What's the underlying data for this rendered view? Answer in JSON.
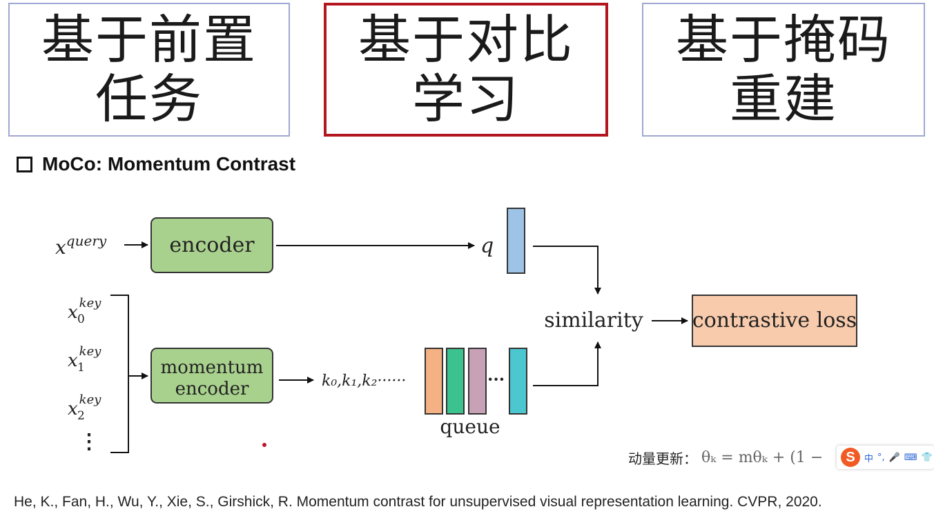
{
  "tabs": [
    {
      "label": "基于前置\n任务",
      "active": false
    },
    {
      "label": "基于对比\n学习",
      "active": true
    },
    {
      "label": "基于掩码\n重建",
      "active": false
    }
  ],
  "section_title": "MoCo: Momentum Contrast",
  "diagram": {
    "x_query": "x",
    "x_query_sup": "query",
    "encoder_label": "encoder",
    "momentum_encoder_label_line1": "momentum",
    "momentum_encoder_label_line2": "encoder",
    "q_label": "q",
    "keys": [
      {
        "base": "x",
        "sup": "key",
        "sub": "0"
      },
      {
        "base": "x",
        "sup": "key",
        "sub": "1"
      },
      {
        "base": "x",
        "sup": "key",
        "sub": "2"
      }
    ],
    "ellipsis_vertical": "⋮",
    "k_sequence": "k₀,k₁,k₂······",
    "queue_label": "queue",
    "queue_ellipsis": "···",
    "similarity_label": "similarity",
    "loss_label": "contrastive loss",
    "colors": {
      "encoder_fill": "#a9d18e",
      "q_fill": "#9dc3e6",
      "loss_fill": "#f8cbad",
      "queue": [
        "#f4b183",
        "#3cc28f",
        "#c9a1b7",
        "#4cc7cf"
      ],
      "active_border": "#b3161e"
    }
  },
  "formula": {
    "label": "动量更新：",
    "expr": "θₖ = mθₖ + (1 −"
  },
  "ime_toolbar": {
    "logo": "S",
    "items": [
      "中",
      "°,",
      "🎤",
      "⌨",
      "👕"
    ]
  },
  "reference": "He, K., Fan, H., Wu, Y., Xie, S., Girshick, R. Momentum contrast for unsupervised visual representation learning. CVPR, 2020."
}
